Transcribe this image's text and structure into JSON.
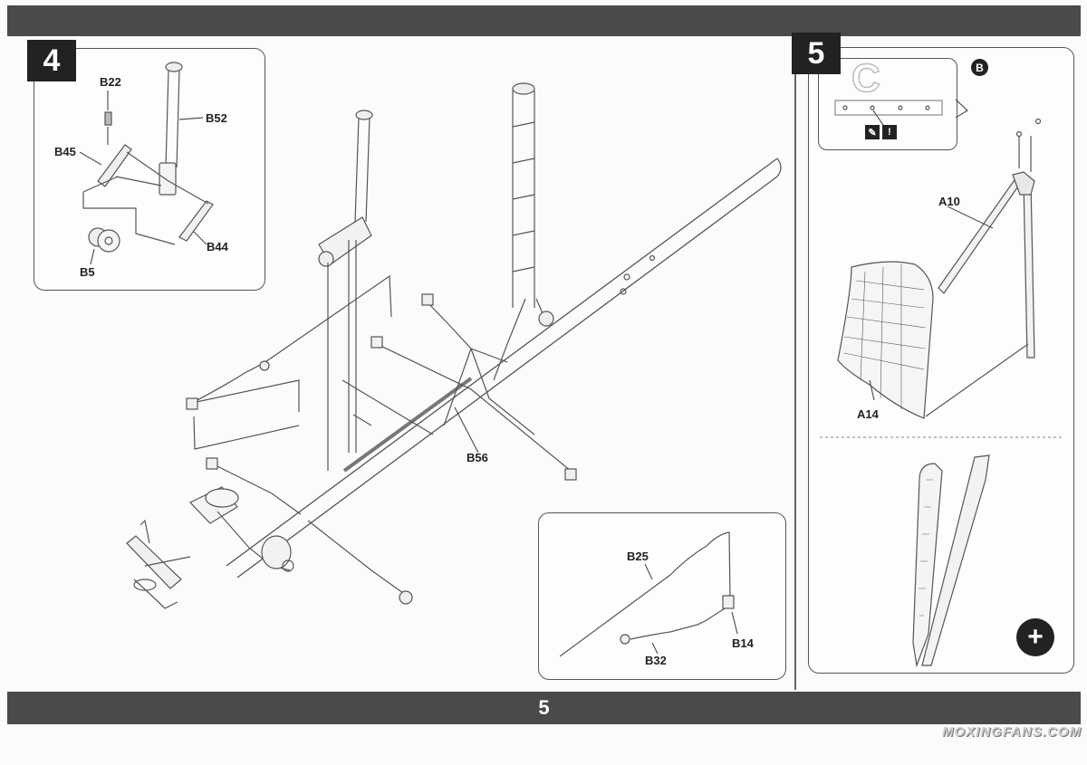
{
  "page": {
    "number": "5"
  },
  "steps": [
    {
      "number": "4"
    },
    {
      "number": "5"
    }
  ],
  "step4": {
    "callout_labels": {
      "b22": "B22",
      "b52": "B52",
      "b45": "B45",
      "b44": "B44",
      "b5": "B5"
    },
    "main_labels": {
      "b56": "B56"
    },
    "inset_labels": {
      "b25": "B25",
      "b32": "B32",
      "b14": "B14"
    }
  },
  "step5": {
    "cement_letter": "C",
    "badge_letter": "B",
    "care_icons": [
      "glue-icon",
      "caution-icon"
    ],
    "labels": {
      "a10": "A10",
      "a14": "A14"
    }
  },
  "watermark": "MOXINGFANS.COM",
  "colors": {
    "bar": "#4a4a4c",
    "badge": "#222222",
    "line": "#555555"
  }
}
